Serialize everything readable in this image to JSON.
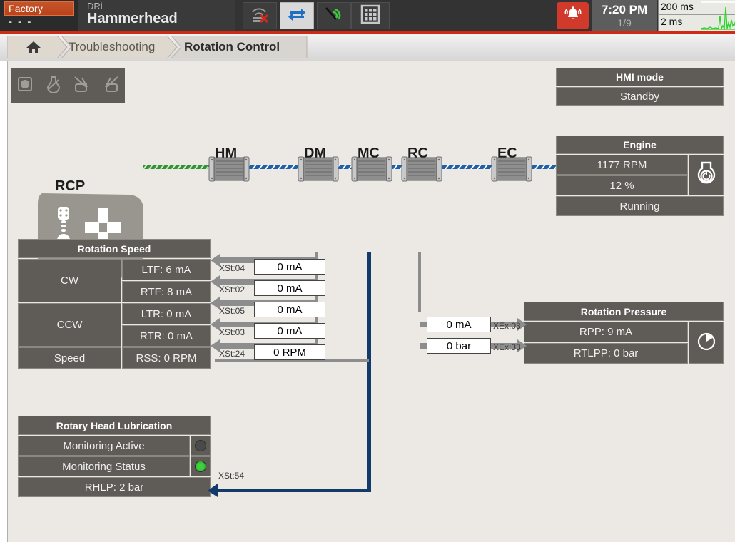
{
  "header": {
    "profile_tag": "Factory",
    "profile_sub": "- - -",
    "brand_sub": "DRi",
    "brand_title": "Hammerhead",
    "icons": [
      {
        "name": "wifi-disconnected-icon",
        "label": "wifi-off"
      },
      {
        "name": "data-transfer-icon",
        "label": "transfer"
      },
      {
        "name": "antenna-signal-icon",
        "label": "antenna"
      },
      {
        "name": "keypad-icon",
        "label": "keypad"
      }
    ],
    "alarm_icon": "alarm-bell-icon",
    "clock_time": "7:20 PM",
    "clock_count": "1/9",
    "perf_top": "200 ms",
    "perf_bottom": "2 ms"
  },
  "breadcrumb": {
    "home_icon": "home-icon",
    "items": [
      {
        "label": "Troubleshooting",
        "active": false
      },
      {
        "label": "Rotation Control",
        "active": true
      }
    ]
  },
  "mini_toolbar": {
    "buttons": [
      {
        "icon": "disc-icon"
      },
      {
        "icon": "flask-disabled-icon"
      },
      {
        "icon": "spray-right-icon"
      },
      {
        "icon": "spray-left-icon"
      }
    ]
  },
  "diagram": {
    "rcp_label": "RCP",
    "modules": [
      {
        "label": "HM"
      },
      {
        "label": "DM"
      },
      {
        "label": "MC"
      },
      {
        "label": "RC"
      },
      {
        "label": "EC"
      }
    ]
  },
  "hmi_mode": {
    "title": "HMI mode",
    "value": "Standby"
  },
  "engine": {
    "title": "Engine",
    "rpm": "1177 RPM",
    "load": "12 %",
    "state": "Running",
    "icon": "engine-ignition-icon"
  },
  "rotation_speed": {
    "title": "Rotation Speed",
    "groups": [
      {
        "label": "CW",
        "rows": [
          {
            "text": "LTF: 6 mA"
          },
          {
            "text": "RTF: 8 mA"
          }
        ]
      },
      {
        "label": "CCW",
        "rows": [
          {
            "text": "LTR: 0 mA"
          },
          {
            "text": "RTR: 0 mA"
          }
        ]
      },
      {
        "label": "Speed",
        "rows": [
          {
            "text": "RSS: 0 RPM"
          }
        ]
      }
    ],
    "signals": [
      {
        "tag": "XSt:04",
        "value": "0 mA"
      },
      {
        "tag": "XSt:02",
        "value": "0 mA"
      },
      {
        "tag": "XSt:05",
        "value": "0 mA"
      },
      {
        "tag": "XSt:03",
        "value": "0 mA"
      },
      {
        "tag": "XSt:24",
        "value": "0 RPM"
      }
    ]
  },
  "rotation_pressure": {
    "title": "Rotation Pressure",
    "rows": [
      {
        "text": "RPP: 9 mA"
      },
      {
        "text": "RTLPP: 0 bar"
      }
    ],
    "icon": "pressure-gauge-icon",
    "signals": [
      {
        "tag": "XEx:03",
        "value": "0 mA"
      },
      {
        "tag": "XEx:33",
        "value": "0 bar"
      }
    ]
  },
  "rotary_head_lubrication": {
    "title": "Rotary Head Lubrication",
    "rows": [
      {
        "text": "Monitoring Active",
        "led": "off"
      },
      {
        "text": "Monitoring Status",
        "led": "on"
      }
    ],
    "pressure": "RHLP: 2 bar",
    "signal_tag": "XSt:54"
  },
  "colors": {
    "background": "#ece9e4",
    "panel": "#5f5c57",
    "accent_red": "#cf2a14",
    "brand_orange": "#c75428",
    "bus_blue": "#123a6b",
    "led_green": "#3fd23f"
  }
}
